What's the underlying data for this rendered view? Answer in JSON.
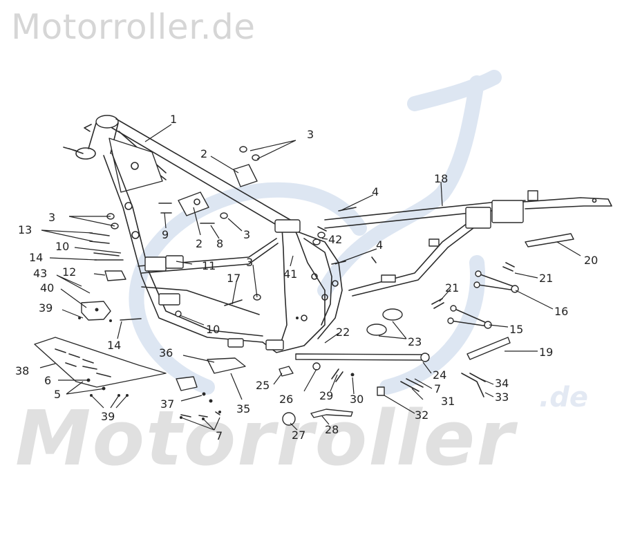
{
  "watermark": {
    "top_text": "Motorroller.de",
    "bottom_text": "Motorroller",
    "suffix": ".de",
    "color": "#d6d6d6",
    "logo_color": "#dde6f2"
  },
  "callouts": [
    {
      "id": "c1",
      "text": "1"
    },
    {
      "id": "c3a",
      "text": "3"
    },
    {
      "id": "c2a",
      "text": "2"
    },
    {
      "id": "c18",
      "text": "18"
    },
    {
      "id": "c4a",
      "text": "4"
    },
    {
      "id": "c3b",
      "text": "3"
    },
    {
      "id": "c13",
      "text": "13"
    },
    {
      "id": "c9",
      "text": "9"
    },
    {
      "id": "c2b",
      "text": "2"
    },
    {
      "id": "c8",
      "text": "8"
    },
    {
      "id": "c3c",
      "text": "3"
    },
    {
      "id": "c42",
      "text": "42"
    },
    {
      "id": "c4b",
      "text": "4"
    },
    {
      "id": "c10a",
      "text": "10"
    },
    {
      "id": "c14a",
      "text": "14"
    },
    {
      "id": "c11",
      "text": "11"
    },
    {
      "id": "c3d",
      "text": "3"
    },
    {
      "id": "c41",
      "text": "41"
    },
    {
      "id": "c20",
      "text": "20"
    },
    {
      "id": "c43",
      "text": "43"
    },
    {
      "id": "c12",
      "text": "12"
    },
    {
      "id": "c21a",
      "text": "21"
    },
    {
      "id": "c40",
      "text": "40"
    },
    {
      "id": "c17",
      "text": "17"
    },
    {
      "id": "c21b",
      "text": "21"
    },
    {
      "id": "c16",
      "text": "16"
    },
    {
      "id": "c39a",
      "text": "39"
    },
    {
      "id": "c10b",
      "text": "10"
    },
    {
      "id": "c15",
      "text": "15"
    },
    {
      "id": "c14b",
      "text": "14"
    },
    {
      "id": "c22",
      "text": "22"
    },
    {
      "id": "c23",
      "text": "23"
    },
    {
      "id": "c36",
      "text": "36"
    },
    {
      "id": "c19",
      "text": "19"
    },
    {
      "id": "c38",
      "text": "38"
    },
    {
      "id": "c24",
      "text": "24"
    },
    {
      "id": "c6",
      "text": "6"
    },
    {
      "id": "c34",
      "text": "34"
    },
    {
      "id": "c25",
      "text": "25"
    },
    {
      "id": "c7a",
      "text": "7"
    },
    {
      "id": "c5",
      "text": "5"
    },
    {
      "id": "c33",
      "text": "33"
    },
    {
      "id": "c26",
      "text": "26"
    },
    {
      "id": "c29",
      "text": "29"
    },
    {
      "id": "c30",
      "text": "30"
    },
    {
      "id": "c31",
      "text": "31"
    },
    {
      "id": "c37",
      "text": "37"
    },
    {
      "id": "c35",
      "text": "35"
    },
    {
      "id": "c39b",
      "text": "39"
    },
    {
      "id": "c32",
      "text": "32"
    },
    {
      "id": "c7b",
      "text": "7"
    },
    {
      "id": "c27",
      "text": "27"
    },
    {
      "id": "c28",
      "text": "28"
    }
  ]
}
